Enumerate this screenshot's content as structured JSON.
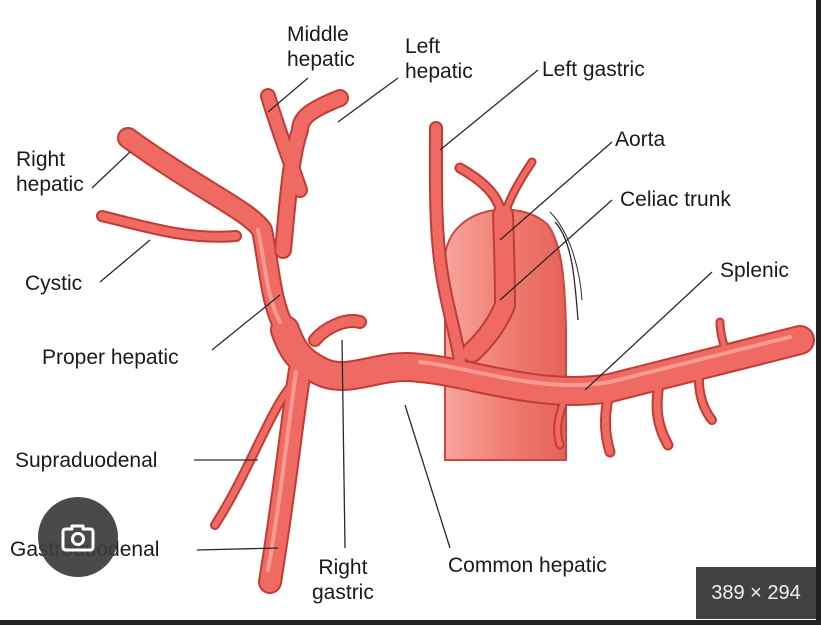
{
  "labels": {
    "middle_hepatic": [
      "Middle",
      "hepatic"
    ],
    "left_hepatic": [
      "Left",
      "hepatic"
    ],
    "left_gastric": "Left gastric",
    "right_hepatic": [
      "Right",
      "hepatic"
    ],
    "aorta": "Aorta",
    "celiac_trunk": "Celiac trunk",
    "splenic": "Splenic",
    "cystic": "Cystic",
    "proper_hepatic": "Proper hepatic",
    "supraduodenal": "Supraduodenal",
    "gastroduodenal": "Gastroduodenal",
    "right_gastric": [
      "Right",
      "gastric"
    ],
    "common_hepatic": "Common hepatic"
  },
  "overlay": {
    "dimensions": "389 × 294",
    "lens_icon": "camera-icon"
  },
  "colors": {
    "artery_fill": "#ef6a62",
    "artery_dark": "#c23c36",
    "artery_light": "#f8a79f",
    "aorta_fill": "#f07a70",
    "leader_line": "#2a2a2a"
  }
}
